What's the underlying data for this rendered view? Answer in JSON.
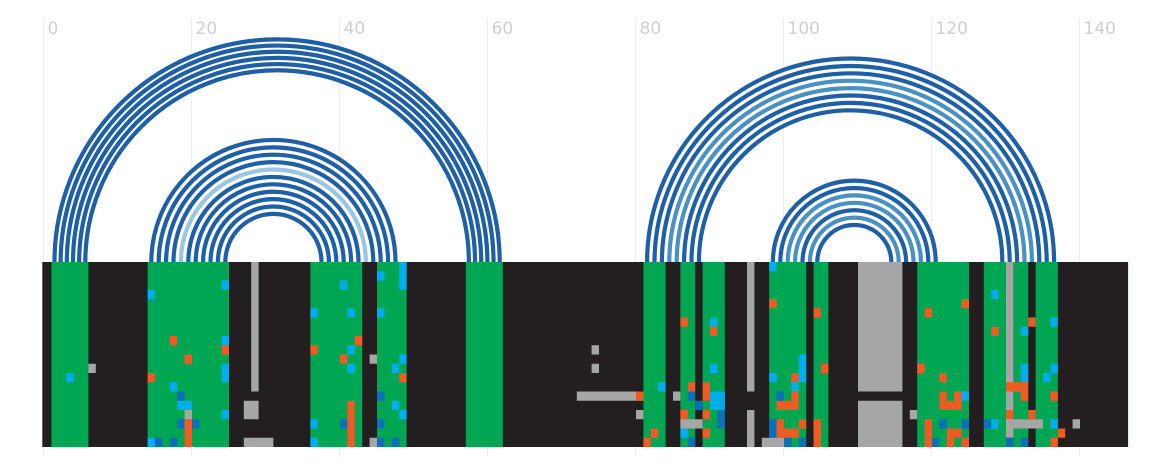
{
  "chart_data": {
    "type": "arc-alignment",
    "x_ticks": [
      0,
      20,
      40,
      60,
      80,
      100,
      120,
      140
    ],
    "xlim": [
      -0.5,
      146.5
    ],
    "grid": true,
    "colors": {
      "background": "#231f20",
      "paired": "#00a651",
      "gap": "#a6a6a6",
      "orange": "#f15a22",
      "cyan": "#00aeef",
      "blue": "#0d6fb8",
      "arc_dark": "#1f5fa6",
      "arc_mid": "#4a90c2",
      "arc_light": "#9cc6e0"
    },
    "helices": [
      {
        "left": 1,
        "right": 62,
        "width": 5,
        "count": 6,
        "colors": [
          "arc_dark",
          "arc_dark",
          "arc_dark",
          "arc_dark",
          "arc_dark",
          "arc_dark"
        ]
      },
      {
        "left": 14,
        "right": 48,
        "width": 11,
        "count": 11,
        "colors": [
          "arc_dark",
          "arc_dark",
          "arc_dark",
          "arc_dark",
          "arc_light",
          "arc_dark",
          "arc_dark",
          "arc_dark",
          "arc_dark",
          "arc_dark",
          "arc_dark"
        ]
      },
      {
        "left": 81,
        "right": 137,
        "width": 8,
        "count": 8,
        "colors": [
          "arc_dark",
          "arc_dark",
          "arc_dark",
          "arc_mid",
          "arc_mid",
          "arc_dark",
          "arc_dark",
          "arc_dark"
        ]
      },
      {
        "left": 98,
        "right": 121,
        "width": 7,
        "count": 7,
        "colors": [
          "arc_dark",
          "arc_dark",
          "arc_mid",
          "arc_mid",
          "arc_dark",
          "arc_mid",
          "arc_dark"
        ]
      }
    ],
    "paired_columns": [
      [
        1,
        6
      ],
      [
        14,
        25
      ],
      [
        36,
        43
      ],
      [
        45,
        49
      ],
      [
        57,
        62
      ],
      [
        81,
        84
      ],
      [
        86,
        88
      ],
      [
        89,
        92
      ],
      [
        98,
        103
      ],
      [
        104,
        106
      ],
      [
        118,
        125
      ],
      [
        127,
        130
      ],
      [
        131,
        133
      ],
      [
        134,
        137
      ]
    ],
    "gap_blocks": [
      {
        "x0": 28,
        "x1": 29,
        "y0": 0,
        "y1": 14
      },
      {
        "x0": 95,
        "x1": 96,
        "y0": 0,
        "y1": 14
      },
      {
        "x0": 95,
        "x1": 96,
        "y0": 16,
        "y1": 20
      },
      {
        "x0": 110,
        "x1": 116,
        "y0": 0,
        "y1": 14
      },
      {
        "x0": 110,
        "x1": 116,
        "y0": 15,
        "y1": 20
      },
      {
        "x0": 130,
        "x1": 131,
        "y0": 0,
        "y1": 19
      },
      {
        "x0": 72,
        "x1": 81,
        "y0": 14,
        "y1": 15
      },
      {
        "x0": 86,
        "x1": 89,
        "y0": 17,
        "y1": 18
      },
      {
        "x0": 97,
        "x1": 100,
        "y0": 19,
        "y1": 20
      },
      {
        "x0": 131,
        "x1": 135,
        "y0": 17,
        "y1": 18
      },
      {
        "x0": 27,
        "x1": 29,
        "y0": 15,
        "y1": 17
      },
      {
        "x0": 27,
        "x1": 31,
        "y0": 19,
        "y1": 20
      }
    ],
    "marks": [
      {
        "x": 14,
        "y": 3,
        "c": "cyan"
      },
      {
        "x": 14,
        "y": 12,
        "c": "orange"
      },
      {
        "x": 17,
        "y": 8,
        "c": "orange"
      },
      {
        "x": 17,
        "y": 13,
        "c": "cyan"
      },
      {
        "x": 18,
        "y": 15,
        "c": "cyan"
      },
      {
        "x": 18,
        "y": 14,
        "c": "blue"
      },
      {
        "x": 18,
        "y": 17,
        "c": "blue"
      },
      {
        "x": 19,
        "y": 18,
        "c": "blue"
      },
      {
        "x": 19,
        "y": 15,
        "c": "cyan"
      },
      {
        "x": 19,
        "y": 16,
        "c": "gap"
      },
      {
        "x": 19,
        "y": 17,
        "c": "orange"
      },
      {
        "x": 19,
        "y": 18,
        "c": "orange"
      },
      {
        "x": 19,
        "y": 19,
        "c": "orange"
      },
      {
        "x": 20,
        "y": 17,
        "c": "blue"
      },
      {
        "x": 19,
        "y": 10,
        "c": "orange"
      },
      {
        "x": 24,
        "y": 2,
        "c": "cyan"
      },
      {
        "x": 24,
        "y": 8,
        "c": "cyan"
      },
      {
        "x": 24,
        "y": 9,
        "c": "orange"
      },
      {
        "x": 24,
        "y": 11,
        "c": "cyan"
      },
      {
        "x": 24,
        "y": 12,
        "c": "cyan"
      },
      {
        "x": 24,
        "y": 16,
        "c": "cyan"
      },
      {
        "x": 14,
        "y": 19,
        "c": "cyan"
      },
      {
        "x": 15,
        "y": 19,
        "c": "blue"
      },
      {
        "x": 17,
        "y": 19,
        "c": "blue"
      },
      {
        "x": 3,
        "y": 12,
        "c": "cyan"
      },
      {
        "x": 6,
        "y": 11,
        "c": "gap"
      },
      {
        "x": 36,
        "y": 5,
        "c": "cyan"
      },
      {
        "x": 36,
        "y": 9,
        "c": "orange"
      },
      {
        "x": 36,
        "y": 17,
        "c": "cyan"
      },
      {
        "x": 36,
        "y": 19,
        "c": "cyan"
      },
      {
        "x": 40,
        "y": 2,
        "c": "cyan"
      },
      {
        "x": 40,
        "y": 10,
        "c": "orange"
      },
      {
        "x": 40,
        "y": 17,
        "c": "blue"
      },
      {
        "x": 41,
        "y": 5,
        "c": "cyan"
      },
      {
        "x": 41,
        "y": 9,
        "c": "cyan"
      },
      {
        "x": 41,
        "y": 11,
        "c": "cyan"
      },
      {
        "x": 41,
        "y": 15,
        "c": "orange"
      },
      {
        "x": 41,
        "y": 16,
        "c": "orange"
      },
      {
        "x": 41,
        "y": 17,
        "c": "orange"
      },
      {
        "x": 41,
        "y": 18,
        "c": "orange"
      },
      {
        "x": 41,
        "y": 19,
        "c": "orange"
      },
      {
        "x": 42,
        "y": 8,
        "c": "orange"
      },
      {
        "x": 44,
        "y": 10,
        "c": "gap"
      },
      {
        "x": 44,
        "y": 19,
        "c": "gap"
      },
      {
        "x": 45,
        "y": 1,
        "c": "cyan"
      },
      {
        "x": 45,
        "y": 5,
        "c": "cyan"
      },
      {
        "x": 45,
        "y": 14,
        "c": "blue"
      },
      {
        "x": 45,
        "y": 17,
        "c": "blue"
      },
      {
        "x": 45,
        "y": 19,
        "c": "blue"
      },
      {
        "x": 47,
        "y": 11,
        "c": "cyan"
      },
      {
        "x": 47,
        "y": 15,
        "c": "cyan"
      },
      {
        "x": 47,
        "y": 19,
        "c": "blue"
      },
      {
        "x": 48,
        "y": 0,
        "c": "cyan"
      },
      {
        "x": 48,
        "y": 1,
        "c": "cyan"
      },
      {
        "x": 48,
        "y": 2,
        "c": "cyan"
      },
      {
        "x": 48,
        "y": 10,
        "c": "cyan"
      },
      {
        "x": 48,
        "y": 12,
        "c": "orange"
      },
      {
        "x": 48,
        "y": 16,
        "c": "cyan"
      },
      {
        "x": 74,
        "y": 9,
        "c": "gap"
      },
      {
        "x": 74,
        "y": 11,
        "c": "gap"
      },
      {
        "x": 80,
        "y": 14,
        "c": "orange"
      },
      {
        "x": 80,
        "y": 16,
        "c": "gap"
      },
      {
        "x": 81,
        "y": 19,
        "c": "orange"
      },
      {
        "x": 82,
        "y": 18,
        "c": "orange"
      },
      {
        "x": 83,
        "y": 13,
        "c": "cyan"
      },
      {
        "x": 85,
        "y": 14,
        "c": "gap"
      },
      {
        "x": 86,
        "y": 6,
        "c": "orange"
      },
      {
        "x": 86,
        "y": 16,
        "c": "orange"
      },
      {
        "x": 86,
        "y": 18,
        "c": "cyan"
      },
      {
        "x": 87,
        "y": 13,
        "c": "orange"
      },
      {
        "x": 87,
        "y": 14,
        "c": "blue"
      },
      {
        "x": 87,
        "y": 19,
        "c": "blue"
      },
      {
        "x": 88,
        "y": 15,
        "c": "blue"
      },
      {
        "x": 89,
        "y": 13,
        "c": "orange"
      },
      {
        "x": 89,
        "y": 14,
        "c": "orange"
      },
      {
        "x": 89,
        "y": 16,
        "c": "orange"
      },
      {
        "x": 89,
        "y": 18,
        "c": "orange"
      },
      {
        "x": 90,
        "y": 6,
        "c": "cyan"
      },
      {
        "x": 90,
        "y": 7,
        "c": "orange"
      },
      {
        "x": 90,
        "y": 11,
        "c": "cyan"
      },
      {
        "x": 90,
        "y": 14,
        "c": "cyan"
      },
      {
        "x": 90,
        "y": 15,
        "c": "cyan"
      },
      {
        "x": 91,
        "y": 14,
        "c": "cyan"
      },
      {
        "x": 91,
        "y": 15,
        "c": "cyan"
      },
      {
        "x": 91,
        "y": 16,
        "c": "blue"
      },
      {
        "x": 91,
        "y": 17,
        "c": "blue"
      },
      {
        "x": 98,
        "y": 0,
        "c": "cyan"
      },
      {
        "x": 98,
        "y": 4,
        "c": "orange"
      },
      {
        "x": 98,
        "y": 12,
        "c": "cyan"
      },
      {
        "x": 98,
        "y": 17,
        "c": "blue"
      },
      {
        "x": 98,
        "y": 18,
        "c": "blue"
      },
      {
        "x": 99,
        "y": 15,
        "c": "orange"
      },
      {
        "x": 99,
        "y": 14,
        "c": "blue"
      },
      {
        "x": 99,
        "y": 17,
        "c": "orange"
      },
      {
        "x": 99,
        "y": 18,
        "c": "orange"
      },
      {
        "x": 100,
        "y": 15,
        "c": "orange"
      },
      {
        "x": 100,
        "y": 18,
        "c": "orange"
      },
      {
        "x": 100,
        "y": 19,
        "c": "blue"
      },
      {
        "x": 101,
        "y": 12,
        "c": "orange"
      },
      {
        "x": 101,
        "y": 13,
        "c": "cyan"
      },
      {
        "x": 101,
        "y": 15,
        "c": "orange"
      },
      {
        "x": 101,
        "y": 14,
        "c": "orange"
      },
      {
        "x": 101,
        "y": 18,
        "c": "orange"
      },
      {
        "x": 102,
        "y": 10,
        "c": "cyan"
      },
      {
        "x": 102,
        "y": 11,
        "c": "cyan"
      },
      {
        "x": 102,
        "y": 12,
        "c": "cyan"
      },
      {
        "x": 102,
        "y": 17,
        "c": "orange"
      },
      {
        "x": 102,
        "y": 19,
        "c": "blue"
      },
      {
        "x": 104,
        "y": 5,
        "c": "orange"
      },
      {
        "x": 104,
        "y": 17,
        "c": "orange"
      },
      {
        "x": 104,
        "y": 18,
        "c": "orange"
      },
      {
        "x": 104,
        "y": 19,
        "c": "orange"
      },
      {
        "x": 105,
        "y": 11,
        "c": "orange"
      },
      {
        "x": 117,
        "y": 16,
        "c": "gap"
      },
      {
        "x": 118,
        "y": 11,
        "c": "orange"
      },
      {
        "x": 119,
        "y": 5,
        "c": "orange"
      },
      {
        "x": 119,
        "y": 17,
        "c": "orange"
      },
      {
        "x": 119,
        "y": 18,
        "c": "orange"
      },
      {
        "x": 119,
        "y": 19,
        "c": "orange"
      },
      {
        "x": 120,
        "y": 19,
        "c": "blue"
      },
      {
        "x": 121,
        "y": 12,
        "c": "orange"
      },
      {
        "x": 121,
        "y": 14,
        "c": "orange"
      },
      {
        "x": 121,
        "y": 15,
        "c": "orange"
      },
      {
        "x": 121,
        "y": 17,
        "c": "blue"
      },
      {
        "x": 122,
        "y": 15,
        "c": "orange"
      },
      {
        "x": 122,
        "y": 18,
        "c": "orange"
      },
      {
        "x": 122,
        "y": 19,
        "c": "orange"
      },
      {
        "x": 123,
        "y": 14,
        "c": "orange"
      },
      {
        "x": 123,
        "y": 15,
        "c": "orange"
      },
      {
        "x": 123,
        "y": 18,
        "c": "orange"
      },
      {
        "x": 124,
        "y": 4,
        "c": "orange"
      },
      {
        "x": 124,
        "y": 14,
        "c": "cyan"
      },
      {
        "x": 124,
        "y": 17,
        "c": "blue"
      },
      {
        "x": 124,
        "y": 19,
        "c": "orange"
      },
      {
        "x": 127,
        "y": 17,
        "c": "blue"
      },
      {
        "x": 128,
        "y": 3,
        "c": "cyan"
      },
      {
        "x": 128,
        "y": 7,
        "c": "orange"
      },
      {
        "x": 128,
        "y": 17,
        "c": "cyan"
      },
      {
        "x": 130,
        "y": 13,
        "c": "orange"
      },
      {
        "x": 130,
        "y": 16,
        "c": "orange"
      },
      {
        "x": 130,
        "y": 19,
        "c": "blue"
      },
      {
        "x": 131,
        "y": 13,
        "c": "orange"
      },
      {
        "x": 132,
        "y": 7,
        "c": "cyan"
      },
      {
        "x": 132,
        "y": 11,
        "c": "cyan"
      },
      {
        "x": 132,
        "y": 12,
        "c": "cyan"
      },
      {
        "x": 132,
        "y": 13,
        "c": "orange"
      },
      {
        "x": 132,
        "y": 14,
        "c": "orange"
      },
      {
        "x": 132,
        "y": 19,
        "c": "blue"
      },
      {
        "x": 133,
        "y": 6,
        "c": "orange"
      },
      {
        "x": 133,
        "y": 16,
        "c": "orange"
      },
      {
        "x": 135,
        "y": 12,
        "c": "cyan"
      },
      {
        "x": 136,
        "y": 6,
        "c": "cyan"
      },
      {
        "x": 136,
        "y": 11,
        "c": "cyan"
      },
      {
        "x": 136,
        "y": 14,
        "c": "orange"
      },
      {
        "x": 136,
        "y": 17,
        "c": "cyan"
      },
      {
        "x": 136,
        "y": 19,
        "c": "orange"
      },
      {
        "x": 137,
        "y": 18,
        "c": "orange"
      },
      {
        "x": 139,
        "y": 17,
        "c": "gap"
      }
    ],
    "rows": 20
  }
}
